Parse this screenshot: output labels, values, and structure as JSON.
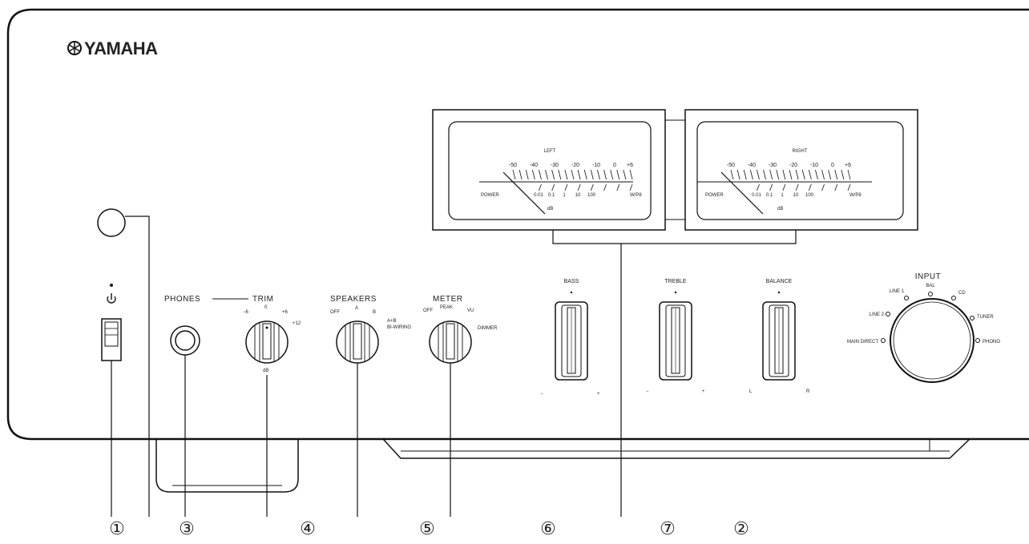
{
  "brand": "YAMAHA",
  "meters": {
    "left": {
      "channel": "LEFT",
      "scale": [
        "-50",
        "-40",
        "-30",
        "-20",
        "-10",
        "0",
        "+6"
      ],
      "sub_scale": [
        "0.01",
        "0.1",
        "1",
        "10",
        "100"
      ],
      "power": "POWER",
      "wpb": "W/P8",
      "unit": "dB"
    },
    "right": {
      "channel": "RIGHT",
      "scale": [
        "-50",
        "-40",
        "-30",
        "-20",
        "-10",
        "0",
        "+6"
      ],
      "sub_scale": [
        "0.01",
        "0.1",
        "1",
        "10",
        "100"
      ],
      "power": "POWER",
      "wpb": "W/P8",
      "unit": "dB"
    }
  },
  "controls": {
    "phones": "PHONES",
    "trim": {
      "label": "TRIM",
      "marks": [
        "−6",
        "0",
        "+6",
        "+12"
      ],
      "unit": "dB"
    },
    "speakers": {
      "label": "SPEAKERS",
      "marks": [
        "OFF",
        "A",
        "B",
        "A+B",
        "BI-WIRING"
      ]
    },
    "meter": {
      "label": "METER",
      "marks": [
        "OFF",
        "PEAK",
        "VU",
        "DIMMER"
      ]
    },
    "bass": {
      "label": "BASS",
      "minus": "−",
      "plus": "+"
    },
    "treble": {
      "label": "TREBLE",
      "minus": "−",
      "plus": "+"
    },
    "balance": {
      "label": "BALANCE",
      "left": "L",
      "right": "R"
    },
    "input": {
      "label": "INPUT",
      "positions": [
        "MAIN DIRECT",
        "LINE 2",
        "LINE 1",
        "BAL",
        "CD",
        "TUNER",
        "PHONO"
      ]
    }
  },
  "callouts": [
    "①",
    "③",
    "④",
    "⑤",
    "⑥",
    "⑦",
    "②"
  ]
}
